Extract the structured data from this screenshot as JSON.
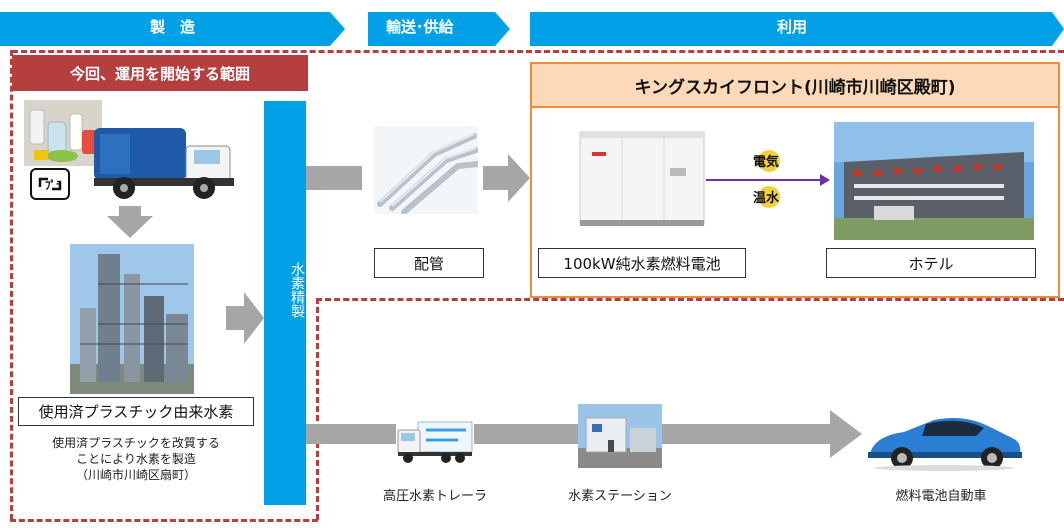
{
  "header": {
    "stage1": "製　造",
    "stage2": "輸送･供給",
    "stage3": "利用"
  },
  "scope_label": "今回、運用を開始する範囲",
  "refine_label": "水素精製",
  "site_title": "キングスカイフロント(川崎市川崎区殿町)",
  "labels": {
    "pipe": "配管",
    "fuel_cell": "100kW純水素燃料電池",
    "hotel": "ホテル",
    "plastic_h2": "使用済プラスチック由来水素",
    "elec": "電気",
    "hot_water": "温水"
  },
  "plastic_desc": [
    "使用済プラスチックを改質する",
    "ことにより水素を製造",
    "（川崎市川崎区扇町）"
  ],
  "bottom_labels": {
    "trailer": "高圧水素トレーラ",
    "station": "水素ステーション",
    "fcv": "燃料電池自動車"
  },
  "colors": {
    "header_blue": "#00a0e6",
    "scope_red": "#b53e3e",
    "site_orange": "#f08a3c",
    "site_bg": "#fbd9b9",
    "arrow_gray": "#a6a6a6",
    "purple": "#7030a0"
  }
}
